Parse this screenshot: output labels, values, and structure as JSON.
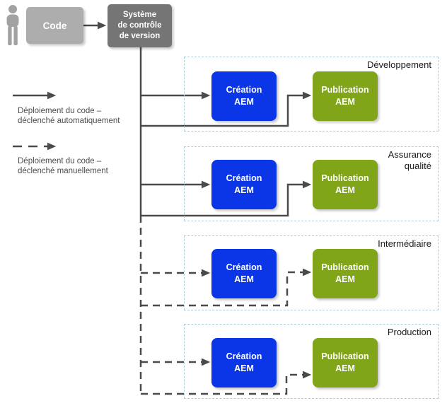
{
  "source": {
    "code_label": "Code",
    "version_control_label": "Système\nde contrôle\nde version"
  },
  "boxes": {
    "author_label": "Création\nAEM",
    "publish_label": "Publication\nAEM"
  },
  "environments": [
    {
      "label": "Développement",
      "deployment": "automatique"
    },
    {
      "label": "Assurance\nqualité",
      "deployment": "automatique"
    },
    {
      "label": "Intermédiaire",
      "deployment": "manuel"
    },
    {
      "label": "Production",
      "deployment": "manuel"
    }
  ],
  "legend": {
    "items": [
      {
        "style": "solid",
        "label": "Déploiement du code –\ndéclenché automatiquement"
      },
      {
        "style": "dashed",
        "label": "Déploiement du code –\ndéclenché manuellement"
      }
    ]
  },
  "icons": {
    "person": "person-icon"
  },
  "colors": {
    "author_blue": "#0a36e8",
    "publish_green": "#80a519",
    "code_gray": "#adadad",
    "version_gray": "#757575",
    "person_gray": "#a2a2a2",
    "line_color": "#4a4a4a",
    "env_border": "#a9cbdb",
    "env_label_color": "#1b1b1b",
    "legend_text": "#4d4d4d"
  }
}
